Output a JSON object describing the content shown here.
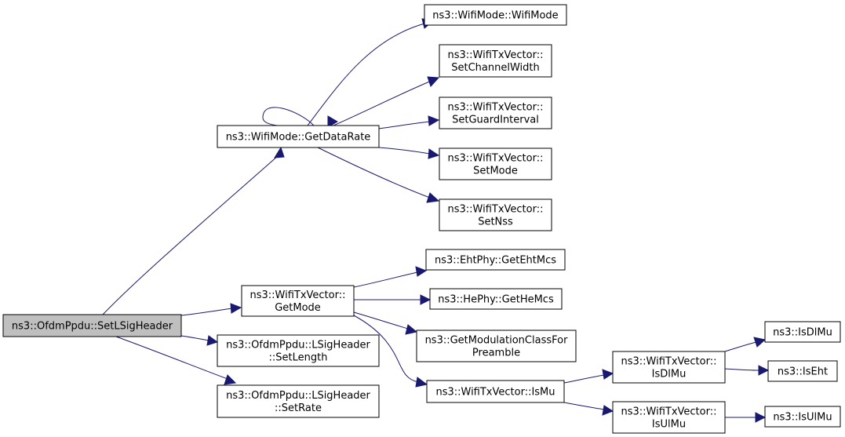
{
  "graph": {
    "colors": {
      "edge": "#191970",
      "root_fill": "#bfbfbf",
      "node_fill": "#ffffff",
      "node_border": "#000000"
    },
    "nodes": [
      {
        "id": "root",
        "lines": [
          "ns3::OfdmPpdu::SetLSigHeader"
        ],
        "root": true
      },
      {
        "id": "getdatarate",
        "lines": [
          "ns3::WifiMode::GetDataRate"
        ]
      },
      {
        "id": "wifimode",
        "lines": [
          "ns3::WifiMode::WifiMode"
        ]
      },
      {
        "id": "setchannelwidth",
        "lines": [
          "ns3::WifiTxVector::",
          "SetChannelWidth"
        ]
      },
      {
        "id": "setguardinterval",
        "lines": [
          "ns3::WifiTxVector::",
          "SetGuardInterval"
        ]
      },
      {
        "id": "setmode",
        "lines": [
          "ns3::WifiTxVector::",
          "SetMode"
        ]
      },
      {
        "id": "setnss",
        "lines": [
          "ns3::WifiTxVector::",
          "SetNss"
        ]
      },
      {
        "id": "getmode",
        "lines": [
          "ns3::WifiTxVector::",
          "GetMode"
        ]
      },
      {
        "id": "getehtmcs",
        "lines": [
          "ns3::EhtPhy::GetEhtMcs"
        ]
      },
      {
        "id": "gethemcs",
        "lines": [
          "ns3::HePhy::GetHeMcs"
        ]
      },
      {
        "id": "getmodclass",
        "lines": [
          "ns3::GetModulationClassFor",
          "Preamble"
        ]
      },
      {
        "id": "ismu",
        "lines": [
          "ns3::WifiTxVector::IsMu"
        ]
      },
      {
        "id": "txisdlmu",
        "lines": [
          "ns3::WifiTxVector::",
          "IsDlMu"
        ]
      },
      {
        "id": "txisulmu",
        "lines": [
          "ns3::WifiTxVector::",
          "IsUlMu"
        ]
      },
      {
        "id": "isdlmu",
        "lines": [
          "ns3::IsDlMu"
        ]
      },
      {
        "id": "iseht",
        "lines": [
          "ns3::IsEht"
        ]
      },
      {
        "id": "isulmu",
        "lines": [
          "ns3::IsUlMu"
        ]
      },
      {
        "id": "setlength",
        "lines": [
          "ns3::OfdmPpdu::LSigHeader",
          "::SetLength"
        ]
      },
      {
        "id": "setrate",
        "lines": [
          "ns3::OfdmPpdu::LSigHeader",
          "::SetRate"
        ]
      }
    ],
    "edges": [
      {
        "from": "root",
        "to": "getdatarate"
      },
      {
        "from": "getdatarate",
        "to": "getdatarate"
      },
      {
        "from": "getdatarate",
        "to": "wifimode"
      },
      {
        "from": "getdatarate",
        "to": "setchannelwidth"
      },
      {
        "from": "getdatarate",
        "to": "setguardinterval"
      },
      {
        "from": "getdatarate",
        "to": "setmode"
      },
      {
        "from": "getdatarate",
        "to": "setnss"
      },
      {
        "from": "root",
        "to": "getmode"
      },
      {
        "from": "getmode",
        "to": "getehtmcs"
      },
      {
        "from": "getmode",
        "to": "gethemcs"
      },
      {
        "from": "getmode",
        "to": "getmodclass"
      },
      {
        "from": "getmode",
        "to": "ismu"
      },
      {
        "from": "ismu",
        "to": "txisdlmu"
      },
      {
        "from": "ismu",
        "to": "txisulmu"
      },
      {
        "from": "txisdlmu",
        "to": "isdlmu"
      },
      {
        "from": "txisdlmu",
        "to": "iseht"
      },
      {
        "from": "txisulmu",
        "to": "isulmu"
      },
      {
        "from": "root",
        "to": "setlength"
      },
      {
        "from": "root",
        "to": "setrate"
      }
    ]
  }
}
